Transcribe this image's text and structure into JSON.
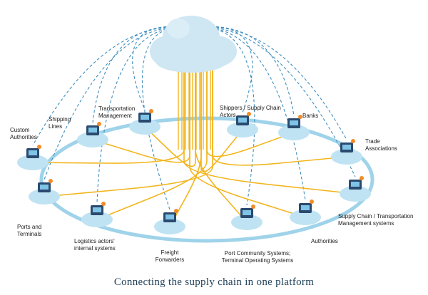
{
  "caption": "Connecting the supply chain in one platform",
  "colors": {
    "ring": "#9fd3ea",
    "connector": "#f2b51c",
    "dashed": "#3f8fc0",
    "cloud": "#cfe6f3",
    "node": "#bfe3f3",
    "caption": "#1d3f57"
  },
  "nodes": [
    {
      "id": "custom-authorities",
      "label": "Custom\nAuthorities",
      "icon": "customs-desk-icon"
    },
    {
      "id": "shipping-lines",
      "label": "Shipping\nLines",
      "icon": "ship-icon"
    },
    {
      "id": "transportation-management",
      "label": "Transportation\nManagement",
      "icon": "server-icon"
    },
    {
      "id": "shippers",
      "label": "Shippers / Supply Chain\nActors",
      "icon": "worker-desk-icon"
    },
    {
      "id": "banks",
      "label": "Banks",
      "icon": "bank-laptop-icon"
    },
    {
      "id": "trade-associations",
      "label": "Trade\nAssociations",
      "icon": "meeting-table-icon"
    },
    {
      "id": "scm-systems",
      "label": "Supply Chain / Transportation\nManagement systems",
      "icon": "server-globe-icon"
    },
    {
      "id": "authorities",
      "label": "Authorities",
      "icon": "screen-officer-icon"
    },
    {
      "id": "pcs",
      "label": "Port Community Systems;\nTerminal Operating Systems",
      "icon": "crane-icon"
    },
    {
      "id": "freight-forwarders",
      "label": "Freight\nForwarders",
      "icon": "truck-warehouse-icon"
    },
    {
      "id": "logistics-actors",
      "label": "Logistics actors'\ninternal systems",
      "icon": "office-worker-icon"
    },
    {
      "id": "ports-terminals",
      "label": "Ports and\nTerminals",
      "icon": "port-crane-icon"
    }
  ]
}
